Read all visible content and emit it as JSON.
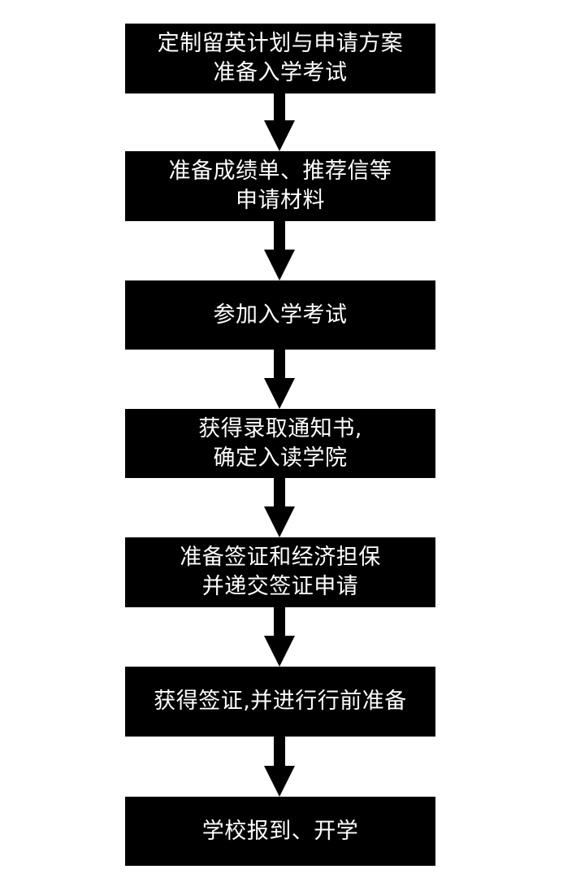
{
  "flowchart": {
    "steps": [
      {
        "lines": [
          "定制留英计划与申请方案",
          "准备入学考试"
        ]
      },
      {
        "lines": [
          "准备成绩单、推荐信等",
          "申请材料"
        ]
      },
      {
        "lines": [
          "参加入学考试"
        ]
      },
      {
        "lines": [
          "获得录取通知书,",
          "确定入读学院"
        ]
      },
      {
        "lines": [
          "准备签证和经济担保",
          "并递交签证申请"
        ]
      },
      {
        "lines": [
          "获得签证,并进行行前准备"
        ]
      },
      {
        "lines": [
          "学校报到、开学"
        ]
      }
    ],
    "colors": {
      "box": "#000000",
      "text": "#ffffff",
      "arrow": "#000000",
      "background": "#ffffff"
    }
  }
}
